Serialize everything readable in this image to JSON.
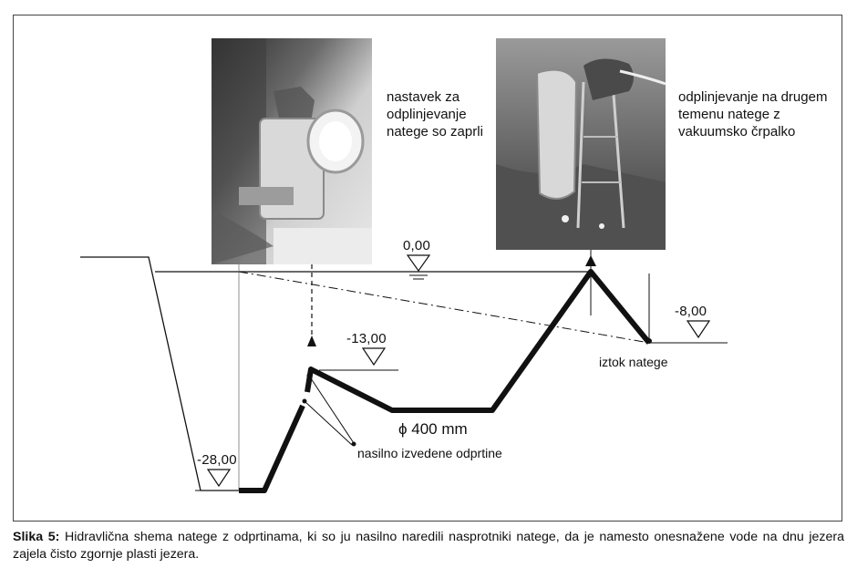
{
  "labels": {
    "left_photo_note": [
      "nastavek za",
      "odplinjevanje",
      "natege so zaprli"
    ],
    "right_photo_note": [
      "odplinjevanje na drugem",
      "temenu natege z",
      "vakuumsko črpalko"
    ],
    "outlet": "iztok natege",
    "vents": "nasilno izvedene odprtine",
    "pipe": "ϕ 400 mm"
  },
  "levels": {
    "surface": "0,00",
    "outlet": "-8,00",
    "vent": "-13,00",
    "bottom": "-28,00"
  },
  "caption": {
    "prefix": "Slika 5:",
    "text": " Hidravlična shema natege z odprtinama, ki so ju nasilno naredili nasprotniki natege, da je namesto onesnažene vode na dnu jezera zajela čisto zgornje plasti jezera."
  }
}
